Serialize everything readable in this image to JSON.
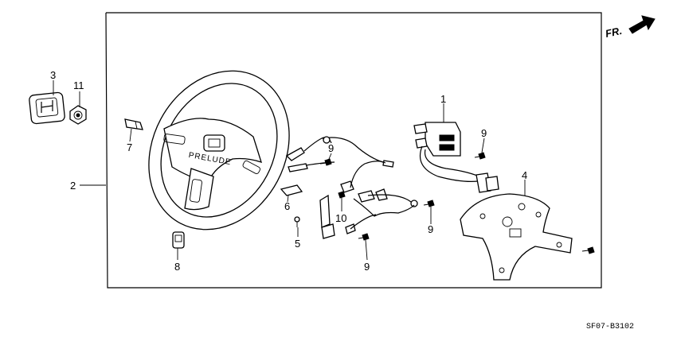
{
  "direction_label": "FR.",
  "wheel_text": "PRELUDE",
  "drawing_code": "SF07-B3102",
  "callouts": {
    "c1": "1",
    "c2": "2",
    "c3": "3",
    "c4": "4",
    "c5": "5",
    "c6": "6",
    "c7": "7",
    "c8": "8",
    "c9a": "9",
    "c9b": "9",
    "c9c": "9",
    "c9d": "9",
    "c10": "10",
    "c11": "11"
  }
}
